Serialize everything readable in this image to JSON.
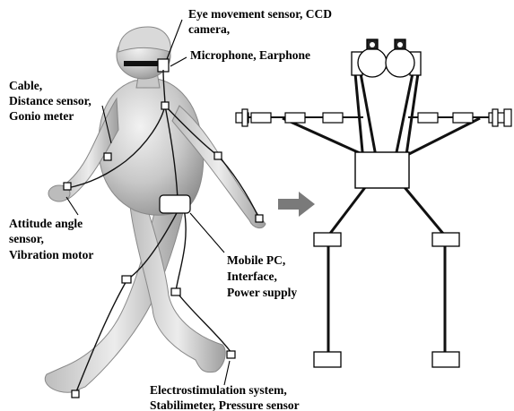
{
  "figure": {
    "label_eye": [
      "Eye movement sensor, CCD",
      "camera,"
    ],
    "label_microphone": "Microphone, Earphone",
    "label_cable": [
      "Cable,",
      "Distance sensor,",
      "Gonio meter"
    ],
    "label_attitude": [
      "Attitude angle",
      "sensor,",
      "Vibration motor"
    ],
    "label_mobile": [
      "Mobile PC,",
      "Interface,",
      "Power supply"
    ],
    "label_electro": [
      "Electrostimulation system,",
      "Stabilimeter, Pressure sensor"
    ]
  },
  "arrow_color": "#7a7a7a",
  "body_color": "#9a9a9a"
}
